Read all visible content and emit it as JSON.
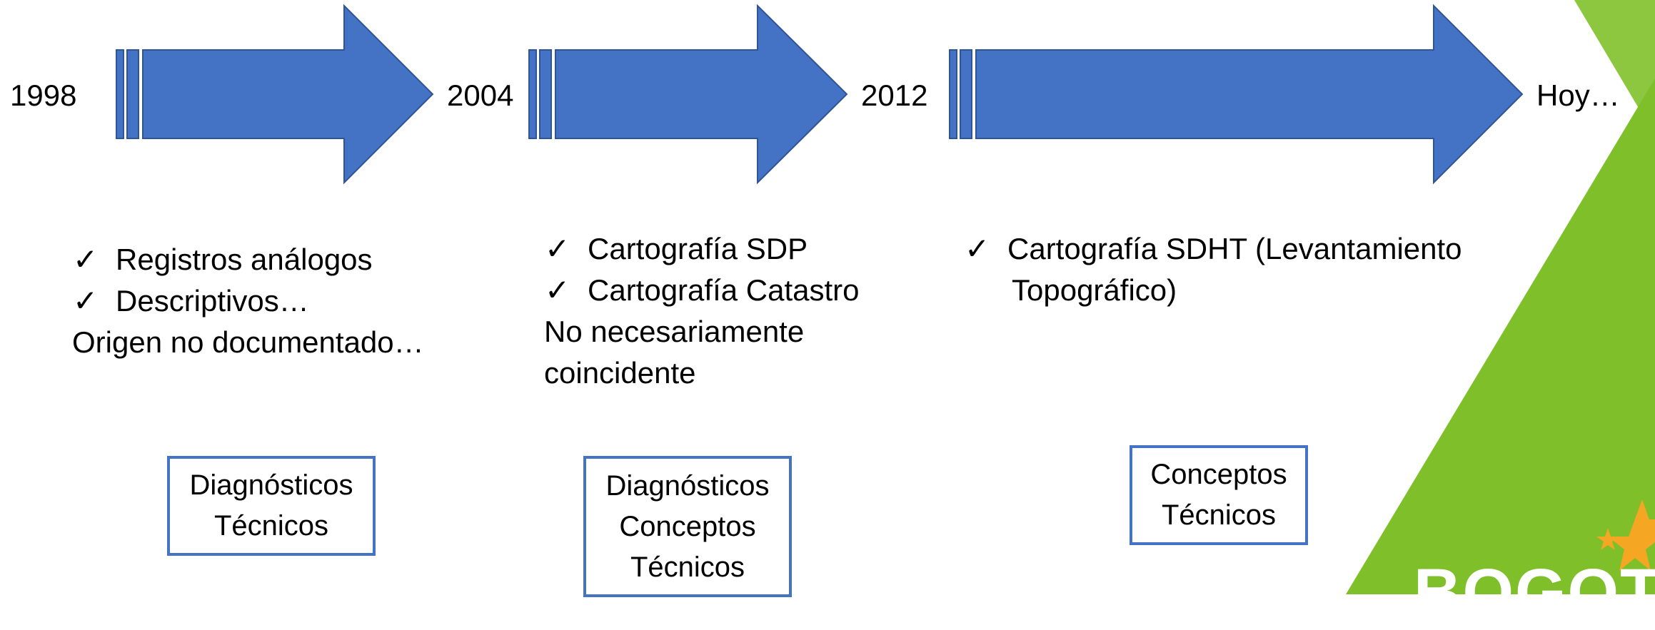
{
  "timeline": {
    "years": [
      "1998",
      "2004",
      "2012",
      "Hoy…"
    ]
  },
  "periods": [
    {
      "checks": [
        "Registros análogos",
        "Descriptivos…"
      ],
      "note": [
        "Origen no documentado…"
      ],
      "box": [
        "Diagnósticos",
        "Técnicos"
      ]
    },
    {
      "checks": [
        "Cartografía SDP",
        "Cartografía Catastro"
      ],
      "note": [
        "No necesariamente",
        "coincidente"
      ],
      "box": [
        "Diagnósticos",
        "Conceptos",
        "Técnicos"
      ]
    },
    {
      "checks": [
        "Cartografía SDHT (Levantamiento"
      ],
      "note": [
        "Topográfico)"
      ],
      "box": [
        "Conceptos",
        "Técnicos"
      ]
    }
  ],
  "check_symbol": "✓",
  "logo": {
    "text": "BOGOTA"
  },
  "colors": {
    "arrow": "#4472c4",
    "box_border": "#4472c4",
    "green": "#7fbf2a",
    "green_light": "#8dc63f",
    "star": "#f5a623"
  }
}
